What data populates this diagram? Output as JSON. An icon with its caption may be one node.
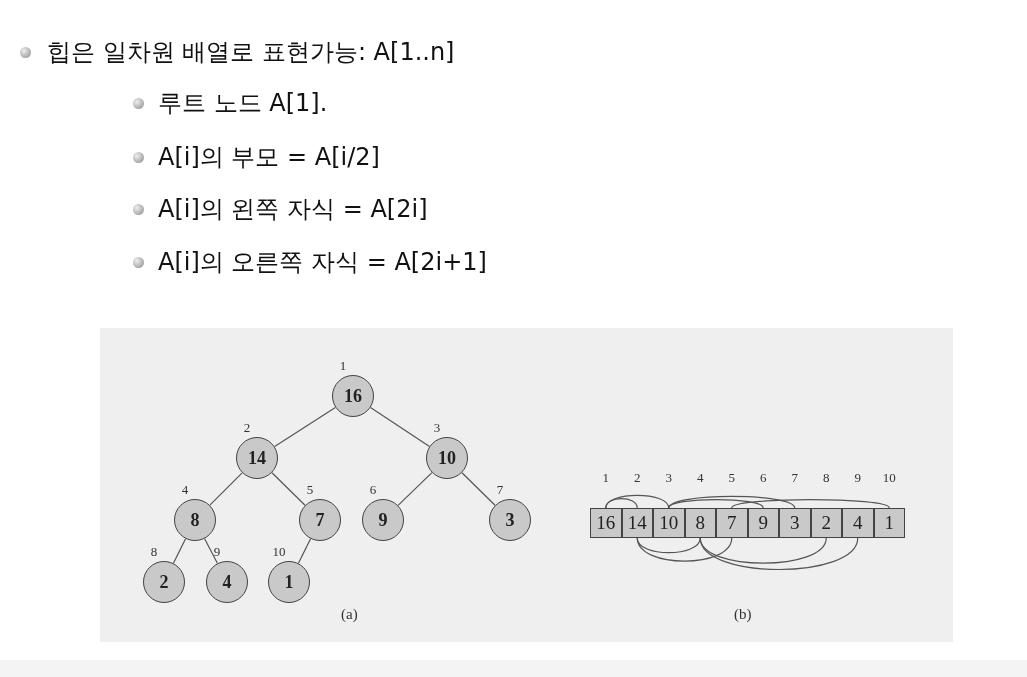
{
  "diagram": {
    "nodes": [
      {
        "text": [
          "16"
        ],
        "beside": [
          "1"
        ]
      },
      {
        "text": [
          "14"
        ],
        "beside": [
          "2"
        ]
      },
      {
        "text": [
          "10"
        ],
        "beside": [
          "3"
        ]
      },
      {
        "text": [
          "8"
        ],
        "beside": [
          "4"
        ]
      },
      {
        "text": [
          "7"
        ],
        "beside": [
          "5"
        ]
      },
      {
        "text": [
          "9"
        ],
        "beside": [
          "6"
        ]
      },
      {
        "text": [
          "3"
        ],
        "beside": [
          "7"
        ]
      },
      {
        "text": [
          "2"
        ],
        "beside": [
          "8"
        ]
      },
      {
        "text": [
          "4"
        ],
        "beside": [
          "9"
        ]
      },
      {
        "text": [
          "1"
        ],
        "beside": [
          "10"
        ]
      },
      {
        "text": [
          "16"
        ],
        "beside": [
          "1"
        ]
      },
      {
        "text": [
          "14"
        ],
        "beside": [
          "2"
        ]
      },
      {
        "text": [
          "10"
        ],
        "beside": [
          "3"
        ]
      },
      {
        "text": [
          "8"
        ],
        "beside": [
          "4"
        ]
      },
      {
        "text": [
          "7"
        ],
        "beside": [
          "5"
        ]
      },
      {
        "text": [
          "9"
        ],
        "beside": [
          "6"
        ]
      },
      {
        "text": [
          "3"
        ],
        "beside": [
          "7"
        ]
      },
      {
        "text": [
          "2"
        ],
        "beside": [
          "8"
        ]
      },
      {
        "text": [
          "4"
        ],
        "beside": [
          "9"
        ]
      },
      {
        "text": [
          "1"
        ],
        "beside": [
          "10"
        ]
      }
    ],
    "edges": [
      {
        "from": 0,
        "to": 1,
        "arrow": "none"
      },
      {
        "from": 0,
        "to": 2,
        "arrow": "none"
      },
      {
        "from": 1,
        "to": 3,
        "arrow": "none"
      },
      {
        "from": 1,
        "to": 4,
        "arrow": "none"
      },
      {
        "from": 2,
        "to": 5,
        "arrow": "none"
      },
      {
        "from": 2,
        "to": 6,
        "arrow": "none"
      },
      {
        "from": 3,
        "to": 7,
        "arrow": "none"
      },
      {
        "from": 3,
        "to": 8,
        "arrow": "none"
      },
      {
        "from": 4,
        "to": 9,
        "arrow": "none"
      },
      {
        "from": 10,
        "to": 11,
        "arrow": "none"
      },
      {
        "from": 10,
        "to": 12,
        "arrow": "none"
      },
      {
        "from": 11,
        "to": 13,
        "arrow": "none"
      },
      {
        "from": 11,
        "to": 14,
        "arrow": "none"
      },
      {
        "from": 12,
        "to": 15,
        "arrow": "none"
      },
      {
        "from": 12,
        "to": 16,
        "arrow": "none"
      },
      {
        "from": 13,
        "to": 17,
        "arrow": "none"
      },
      {
        "from": 13,
        "to": 18,
        "arrow": "none"
      },
      {
        "from": 14,
        "to": 19,
        "arrow": "none"
      }
    ],
    "labels": [
      "힙은 일차원 배열로 표현가능: A[1..n]",
      "루트 노드 A[1].",
      "A[i]의 부모 = A[i/2]",
      "A[i]의 왼쪽 자식 = A[2i]",
      "A[i]의 오른쪽 자식 = A[2i+1]",
      "(a)",
      "(b)"
    ]
  }
}
